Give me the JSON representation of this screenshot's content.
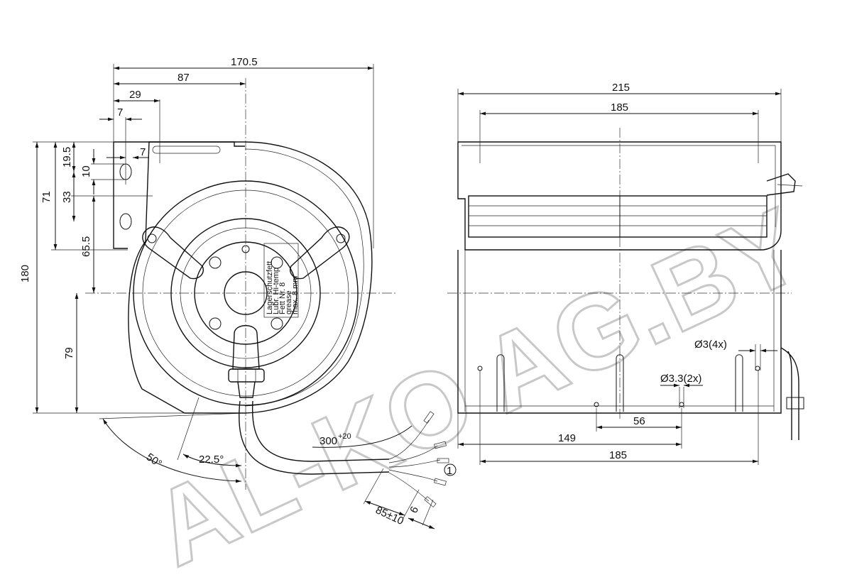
{
  "watermark": "AL-KO AG.BY",
  "left_view": {
    "dimensions": {
      "total_width": "170.5",
      "to_center": "87",
      "hole_offset": "29",
      "small_offset": "7",
      "slot_offset": "7",
      "height_total": "180",
      "upper_71": "71",
      "upper_19_5": "19.5",
      "upper_10": "10",
      "upper_33": "33",
      "upper_65_5": "65.5",
      "lower_79": "79"
    },
    "angles": {
      "angle_50": "50°",
      "angle_22_5": "22.5°"
    },
    "cable": {
      "length_main": "300",
      "length_tol": "+20",
      "strip_85": "85±10",
      "strip_6": "6",
      "note_marker": "1"
    },
    "label_plate": [
      "Lagerschutzfett",
      "Lubr. Hi-temp",
      "Fett Nr. 8",
      "grease",
      "max. 8 mm"
    ]
  },
  "right_view": {
    "dimensions": {
      "width_215": "215",
      "width_185_top": "185",
      "hole_d3": "Ø3(4x)",
      "hole_d3_3": "Ø3.3(2x)",
      "dim_56": "56",
      "dim_149": "149",
      "dim_185_bottom": "185"
    }
  }
}
